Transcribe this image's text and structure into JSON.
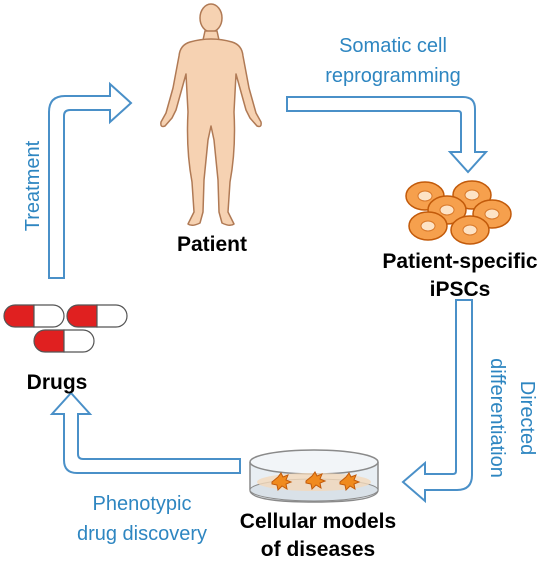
{
  "colors": {
    "arrow_stroke": "#4a90c8",
    "arrow_label": "#2e86c1",
    "skin": "#f6d2b2",
    "skin_outline": "#b07a55",
    "cell_fill": "#f6a04d",
    "cell_outline": "#c25a0a",
    "capsule_red": "#e02020"
  },
  "nodes": {
    "patient": "Patient",
    "ipsc_line1": "Patient-specific",
    "ipsc_line2": "iPSCs",
    "cellular_line1": "Cellular models",
    "cellular_line2": "of diseases",
    "drugs": "Drugs"
  },
  "arrows": {
    "reprogramming_line1": "Somatic cell",
    "reprogramming_line2": "reprogramming",
    "differentiation_line1": "Directed",
    "differentiation_line2": "differentiation",
    "discovery_line1": "Phenotypic",
    "discovery_line2": "drug discovery",
    "treatment": "Treatment"
  },
  "icons": [
    "human-figure-icon",
    "stem-cell-cluster-icon",
    "petri-dish-icon",
    "capsule-icon"
  ]
}
